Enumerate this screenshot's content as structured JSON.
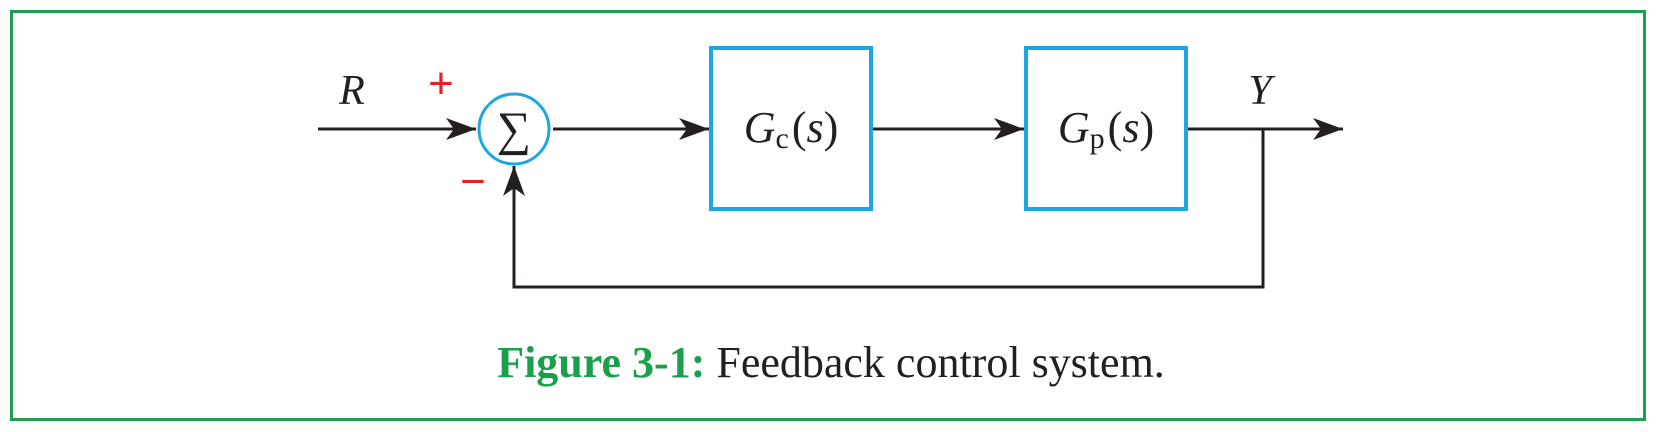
{
  "diagram": {
    "signals": {
      "input": "R",
      "output": "Y",
      "plus_sign": "+",
      "minus_sign": "−"
    },
    "summing_junction": {
      "symbol": "∑"
    },
    "blocks": [
      {
        "main": "G",
        "subscript": "c",
        "open": "(",
        "arg": "s",
        "close": ")"
      },
      {
        "main": "G",
        "subscript": "p",
        "open": "(",
        "arg": "s",
        "close": ")"
      }
    ]
  },
  "caption": {
    "label": "Figure 3-1:",
    "text": "Feedback control system."
  },
  "colors": {
    "frame": "#1aa04a",
    "caption_label": "#1aa04a",
    "block_border": "#1ca7e2",
    "sign_color": "#e8202a",
    "line": "#231f20"
  }
}
